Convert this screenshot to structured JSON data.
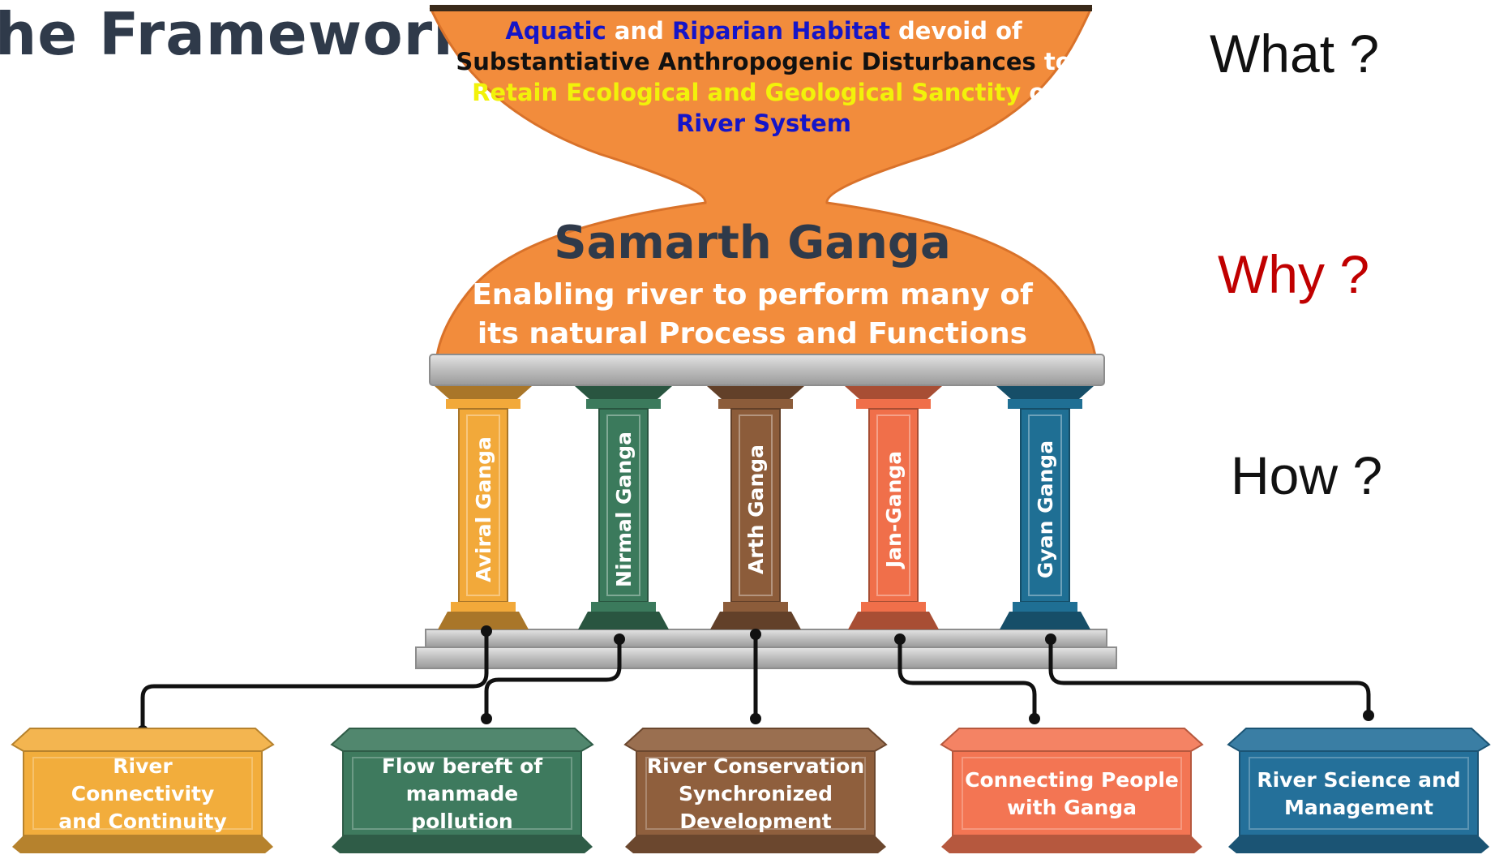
{
  "heading": "he Framework",
  "questions": {
    "what": "What ?",
    "why": "Why ?",
    "how": "How ?"
  },
  "top_goal": {
    "lines": [
      [
        {
          "text": "Aquatic",
          "color": "#1515c8"
        },
        {
          "text": " and ",
          "color": "#ffffff"
        },
        {
          "text": "Riparian Habitat",
          "color": "#1515c8"
        },
        {
          "text": " devoid of",
          "color": "#ffffff"
        }
      ],
      [
        {
          "text": "Substantiative Anthropogenic Disturbances",
          "color": "#111111"
        },
        {
          "text": " to",
          "color": "#ffffff"
        }
      ],
      [
        {
          "text": "Retain Ecological and Geological Sanctity",
          "color": "#f2f20a"
        },
        {
          "text": " of",
          "color": "#ffffff"
        }
      ],
      [
        {
          "text": "River System",
          "color": "#1515c8"
        }
      ]
    ]
  },
  "core": {
    "title": "Samarth Ganga",
    "subtitle_lines": [
      "Enabling river to perform many of",
      "its natural Process and Functions"
    ]
  },
  "pillars": [
    {
      "label": "Aviral Ganga",
      "color": "#f2a93a"
    },
    {
      "label": "Nirmal Ganga",
      "color": "#3b7a5c"
    },
    {
      "label": "Arth Ganga",
      "color": "#8c5c3a"
    },
    {
      "label": "Jan-Ganga",
      "color": "#f06f4a"
    },
    {
      "label": "Gyan Ganga",
      "color": "#1f6f94"
    }
  ],
  "boxes": [
    {
      "lines": [
        "River",
        "Connectivity",
        "and Continuity"
      ],
      "color": "#f2ad3c"
    },
    {
      "lines": [
        "Flow bereft of",
        "manmade",
        "pollution"
      ],
      "color": "#3e7a5e"
    },
    {
      "lines": [
        "River Conservation",
        "Synchronized",
        "Development"
      ],
      "color": "#8f5f3d"
    },
    {
      "lines": [
        "Connecting People",
        "with Ganga"
      ],
      "color": "#f37553"
    },
    {
      "lines": [
        "River Science and",
        "Management"
      ],
      "color": "#24709a"
    }
  ],
  "colors": {
    "hourglass": "#f28c3c",
    "hourglass_edge": "#d9722a",
    "core_title": "#2f3a4a",
    "why_question": "#c00000",
    "connector": "#111111",
    "slab": "#c7c7c7"
  }
}
